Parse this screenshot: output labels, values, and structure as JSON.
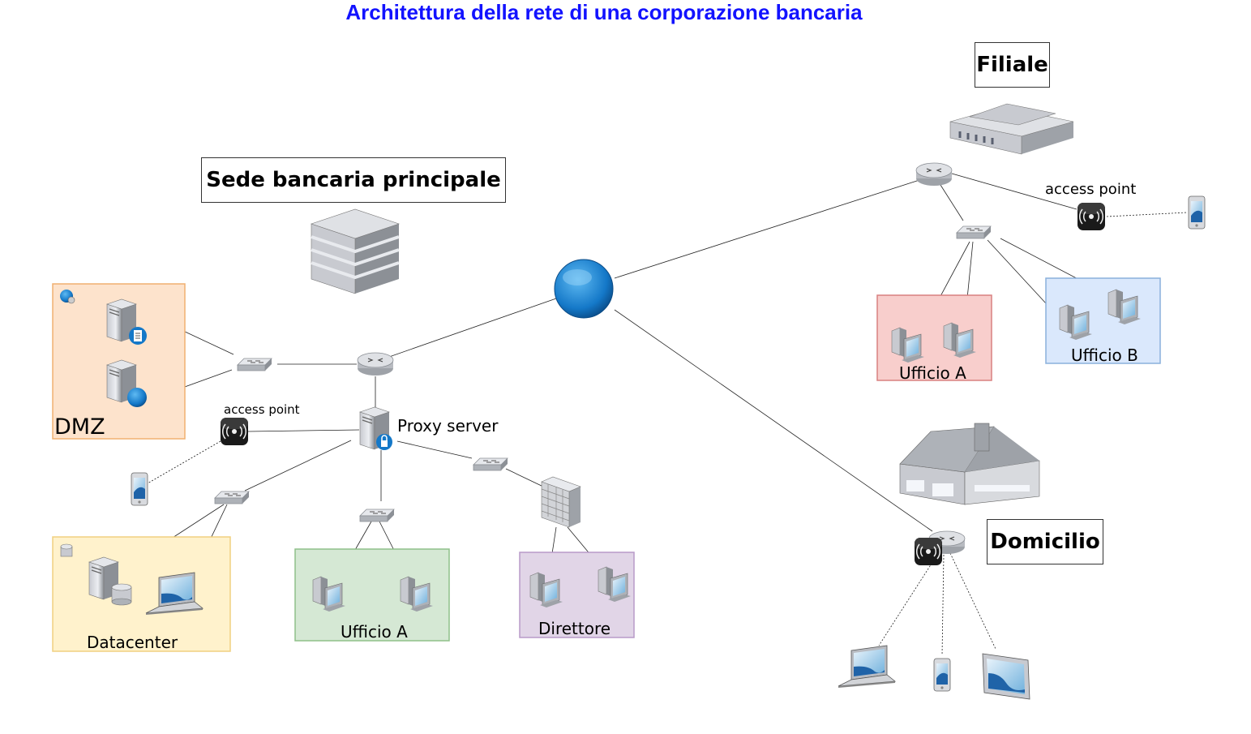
{
  "title": "Architettura della rete di una corporazione bancaria",
  "labels": {
    "main_site": "Sede bancaria principale",
    "branch": "Filiale",
    "home": "Domicilio",
    "dmz": "DMZ",
    "proxy": "Proxy server",
    "access_point_main": "access point",
    "access_point_branch": "access point",
    "datacenter": "Datacenter",
    "office_a_main": "Ufficio A",
    "director": "Direttore",
    "office_a_branch": "Ufficio A",
    "office_b_branch": "Ufficio B"
  },
  "colors": {
    "title": "#1212ff",
    "dmz_zone": "#fde3cc",
    "datacenter_zone": "#fff2cc",
    "office_a_main_zone": "#d5e8d4",
    "director_zone": "#e1d5e7",
    "office_a_branch_zone": "#f8cecc",
    "office_b_branch_zone": "#dae8fc",
    "globe": "#1478c8"
  },
  "icons": [
    "globe-icon",
    "router-icon",
    "switch-icon",
    "server-icon",
    "workstation-icon",
    "firewall-icon",
    "access-point-icon",
    "phone-icon",
    "laptop-icon",
    "tablet-icon",
    "building-icon",
    "house-icon",
    "bank-branch-icon",
    "database-icon"
  ]
}
